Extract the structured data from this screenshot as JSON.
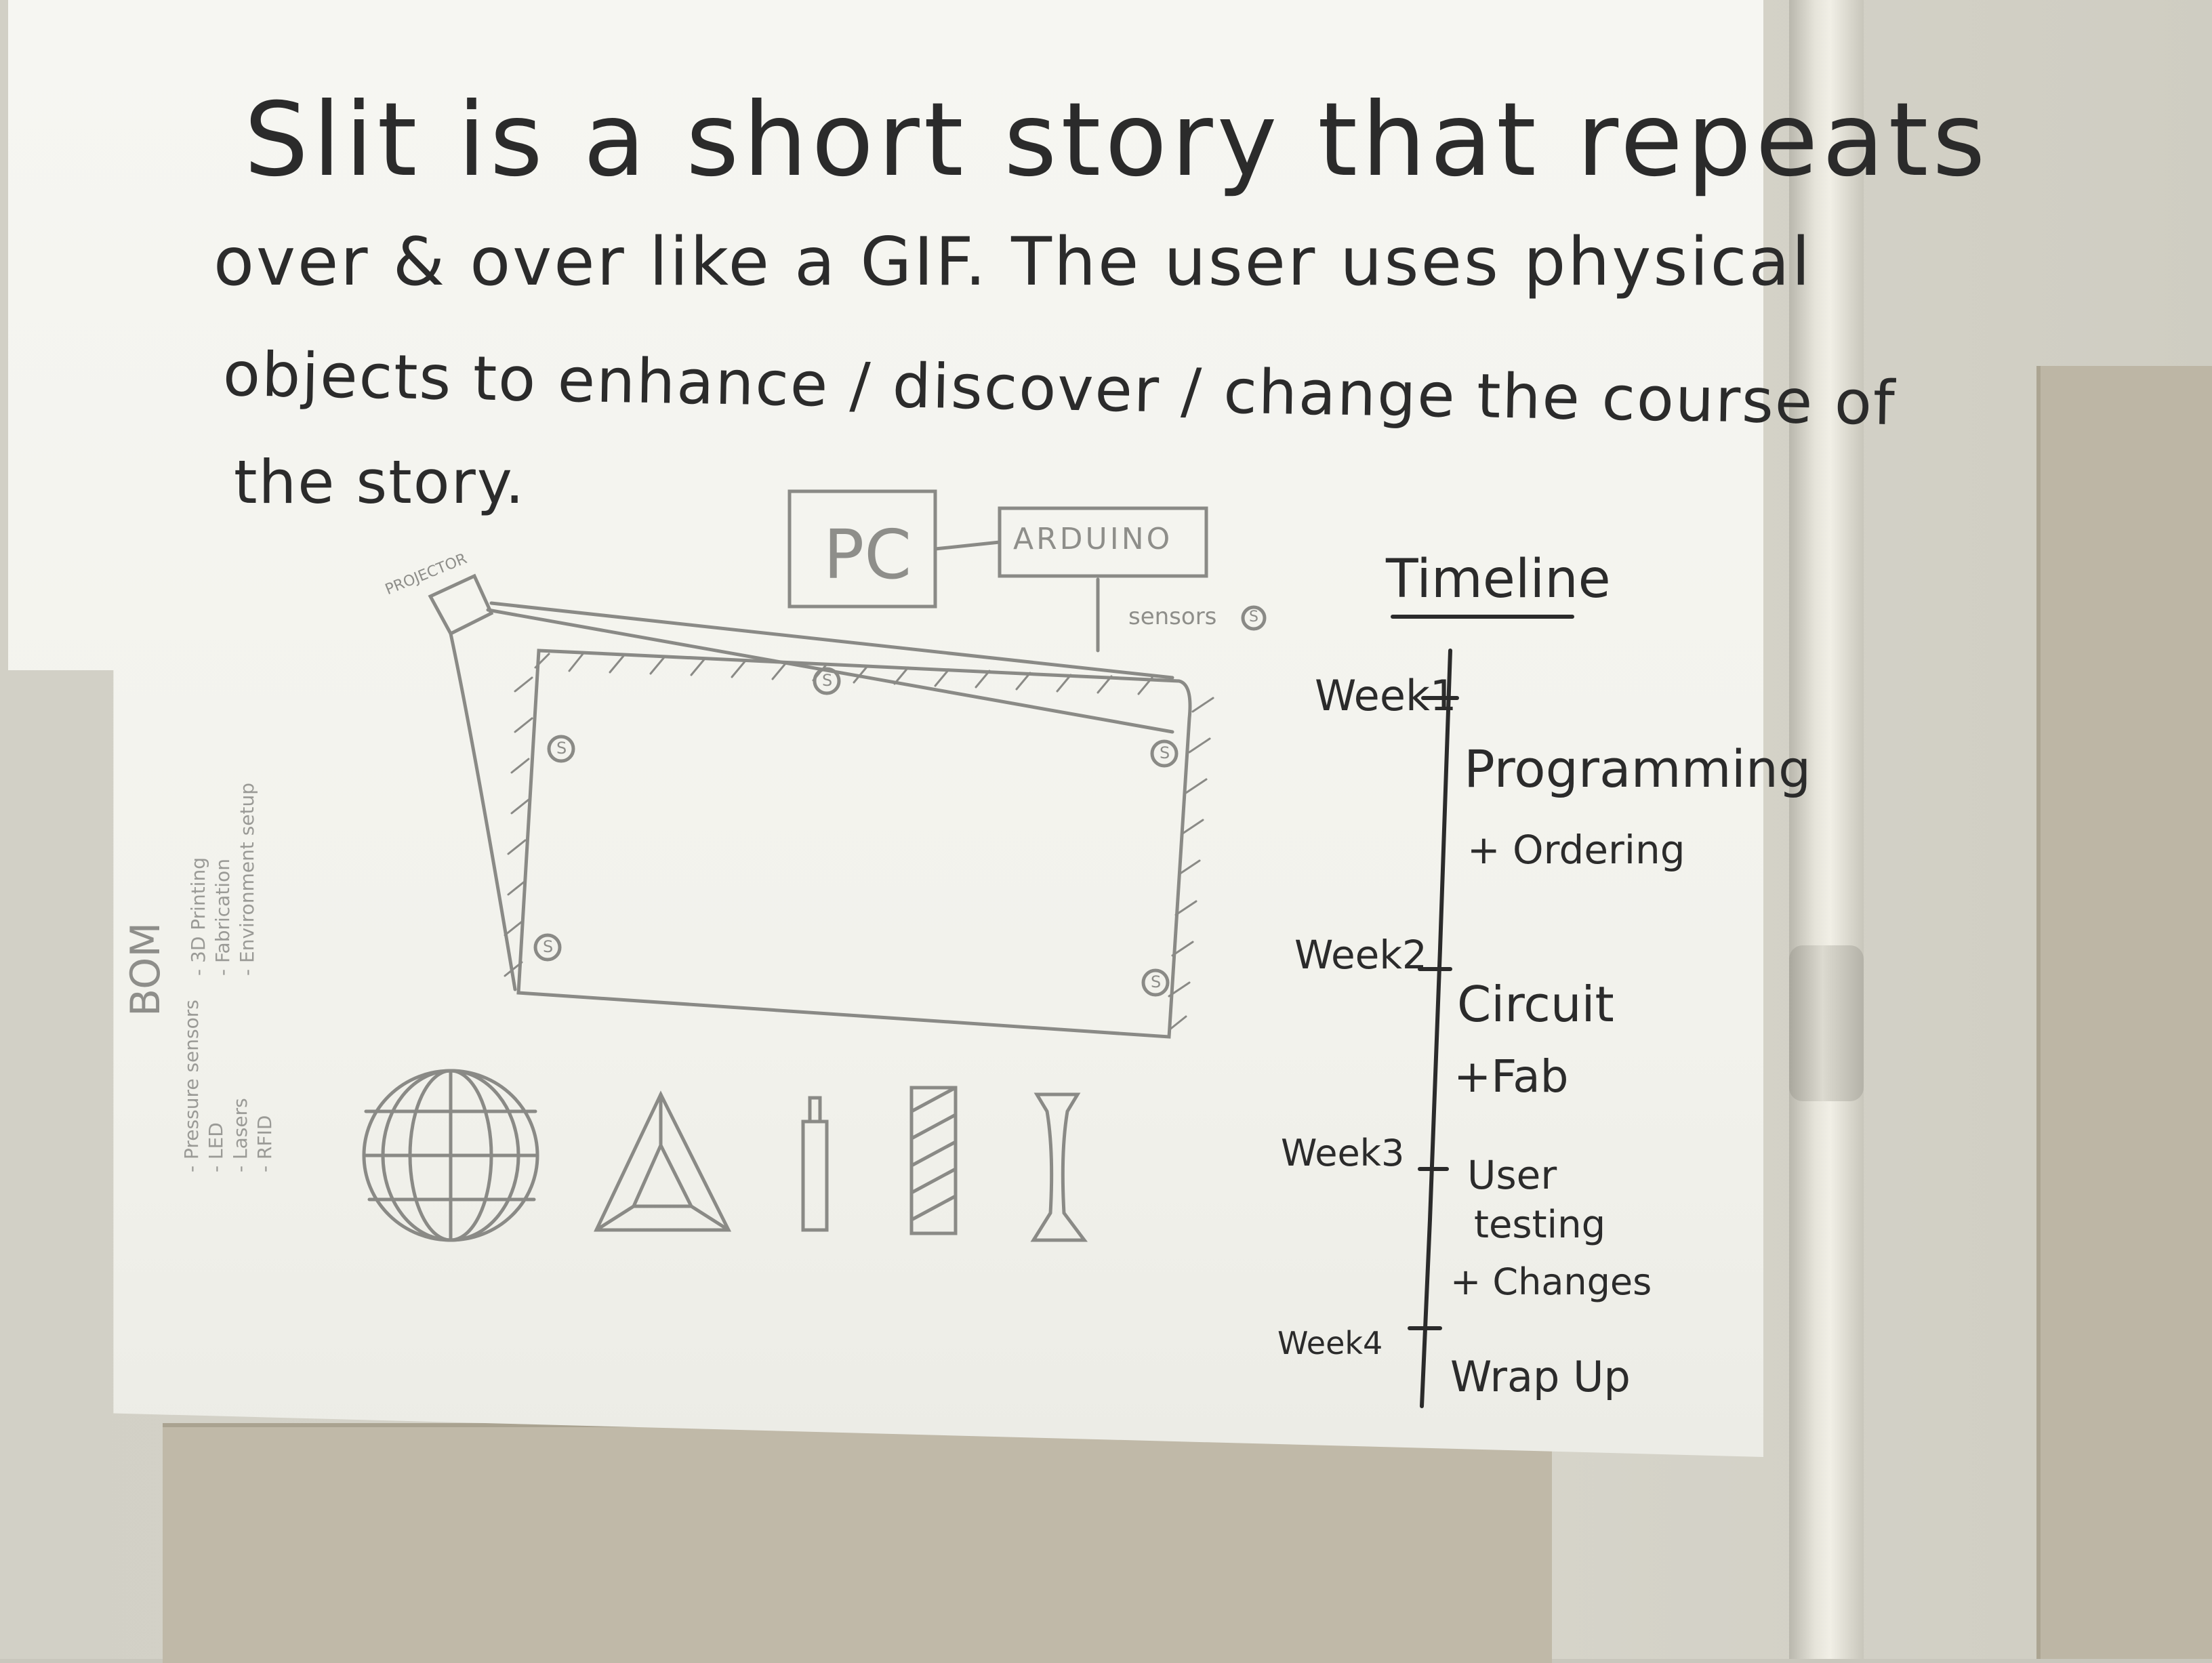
{
  "statement": {
    "line1": "Slit is a short story that repeats",
    "line2": "over & over like a GIF. The user uses physical",
    "line3": "objects to enhance / discover / change the course of",
    "line4": "the story."
  },
  "diagram": {
    "pc": "PC",
    "arduino": "ARDUINO",
    "projector": "PROJECTOR",
    "sensors": "sensors",
    "sensor_mark": "S"
  },
  "bom": {
    "title": "BOM",
    "col1": [
      "- Pressure sensors",
      "- LED",
      "- Lasers",
      "- RFID"
    ],
    "col2": [
      "- 3D Printing",
      "- Fabrication",
      "- Environment setup"
    ]
  },
  "timeline": {
    "title": "Timeline",
    "weeks": [
      "Week1",
      "Week2",
      "Week3",
      "Week4"
    ],
    "tasks": [
      [
        "Programming",
        "+ Ordering"
      ],
      [
        "Circuit",
        "+Fab"
      ],
      [
        "User",
        "testing",
        "+ Changes"
      ],
      [
        "Wrap Up"
      ]
    ]
  },
  "colors": {
    "ink": "#2b2b2b",
    "pencil": "#8e8e8a",
    "paper": "#f4f4ef"
  }
}
